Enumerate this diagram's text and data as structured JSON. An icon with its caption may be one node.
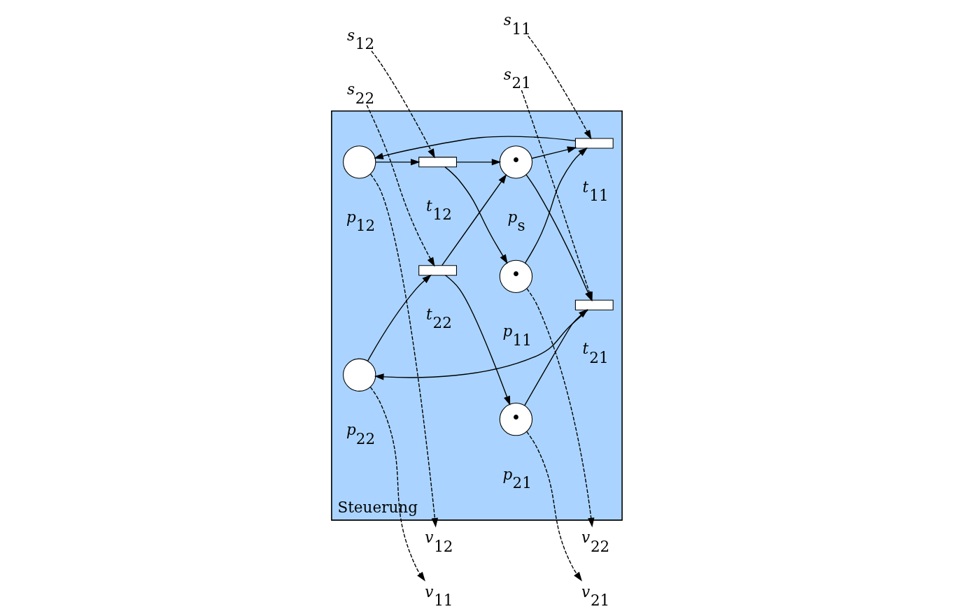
{
  "diagram": {
    "nodes": [
      {
        "text": [
          "Steuerung"
        ]
      },
      {
        "text": [],
        "shape": "circle",
        "in": 0,
        "beside": [
          "p$_{12}$"
        ]
      },
      {
        "text": [],
        "shape": "circle",
        "in": 0,
        "beside": [
          "p$_{22}$"
        ]
      },
      {
        "text": [],
        "shape": "bar",
        "in": 0,
        "beside": [
          "t$_{11}$"
        ]
      },
      {
        "text": [],
        "shape": "bar",
        "in": 0,
        "beside": [
          "t$_{12}$"
        ]
      },
      {
        "text": [],
        "shape": "bar",
        "in": 0,
        "beside": [
          "t$_{21}$"
        ]
      },
      {
        "text": [],
        "shape": "bar",
        "in": 0,
        "beside": [
          "t$_{22}$"
        ]
      },
      {
        "text": [
          "•"
        ],
        "in": 0,
        "beside": [
          "p$_{11}$"
        ]
      },
      {
        "text": [
          "•"
        ],
        "in": 0,
        "beside": [
          "p$_{21}$"
        ]
      },
      {
        "text": [
          "•"
        ],
        "in": 0,
        "beside": [
          "p$_{s}$"
        ]
      },
      {
        "text": [
          "s$_{12}$"
        ]
      },
      {
        "text": [
          "s$_{11}$"
        ]
      },
      {
        "text": [
          "s$_{21}$"
        ]
      },
      {
        "text": [
          "s$_{22}$"
        ]
      },
      {
        "text": [
          "v$_{12}$"
        ]
      },
      {
        "text": [
          "v$_{11}$"
        ]
      },
      {
        "text": [
          "v$_{21}$"
        ]
      },
      {
        "text": [
          "v$_{22}$"
        ]
      }
    ],
    "edges": [
      {
        "from": 3,
        "to": 1,
        "arrow": "to"
      },
      {
        "from": 1,
        "to": 4,
        "arrow": "to"
      },
      {
        "from": 4,
        "to": 7,
        "arrow": "to"
      },
      {
        "from": 7,
        "to": 3,
        "arrow": "to"
      },
      {
        "from": 4,
        "to": 9,
        "arrow": "to"
      },
      {
        "from": 9,
        "to": 3,
        "arrow": "to"
      },
      {
        "from": 9,
        "to": 5,
        "arrow": "to"
      },
      {
        "from": 5,
        "to": 2,
        "arrow": "to"
      },
      {
        "from": 2,
        "to": 6,
        "arrow": "to"
      },
      {
        "from": 6,
        "to": 8,
        "arrow": "to"
      },
      {
        "from": 8,
        "to": 5,
        "arrow": "to"
      },
      {
        "from": 6,
        "to": 9,
        "arrow": "to"
      },
      {
        "from": 10,
        "to": 4,
        "arrow": "to",
        "style": "dashed"
      },
      {
        "from": 11,
        "to": 3,
        "arrow": "to",
        "style": "dashed"
      },
      {
        "from": 12,
        "to": 5,
        "arrow": "to",
        "style": "dashed"
      },
      {
        "from": 13,
        "to": 6,
        "arrow": "to",
        "style": "dashed"
      },
      {
        "from": 1,
        "to": 14,
        "arrow": "to",
        "style": "dashed"
      },
      {
        "from": 2,
        "to": 15,
        "arrow": "to",
        "style": "dashed"
      },
      {
        "from": 8,
        "to": 16,
        "arrow": "to",
        "style": "dashed"
      },
      {
        "from": 7,
        "to": 17,
        "arrow": "to",
        "style": "dashed"
      }
    ]
  }
}
